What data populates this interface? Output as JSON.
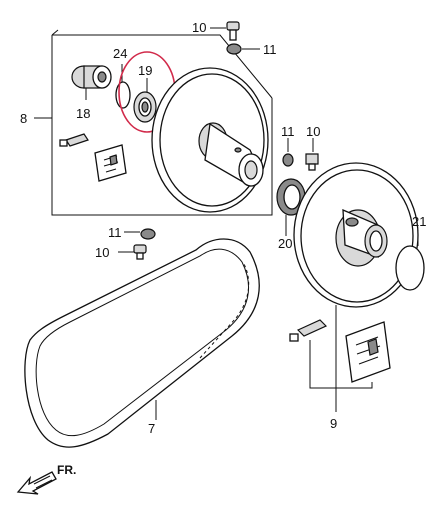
{
  "diagram": {
    "callouts": {
      "c7": "7",
      "c8": "8",
      "c9": "9",
      "c10_top": "10",
      "c11_top": "11",
      "c11_right": "11",
      "c10_right": "10",
      "c11_left": "11",
      "c10_left": "10",
      "c18": "18",
      "c19": "19",
      "c20": "20",
      "c21": "21",
      "c24": "24"
    },
    "direction_label": "FR.",
    "highlight_color": "#d12a4a"
  }
}
